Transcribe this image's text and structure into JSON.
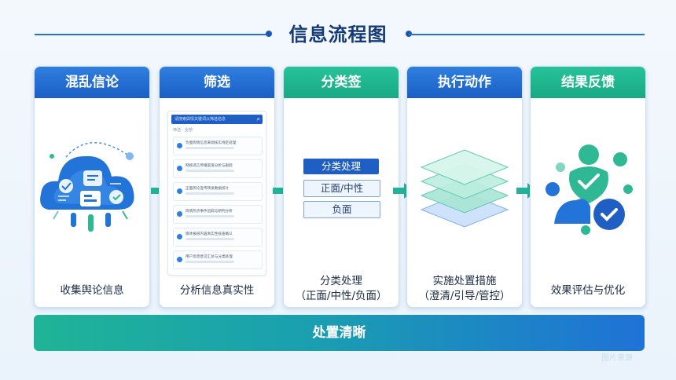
{
  "title": "信息流程图",
  "stages": [
    {
      "head": "混乱信论",
      "caption": "收集舆论信息",
      "sub": ""
    },
    {
      "head": "筛选",
      "caption": "分析信息真实性",
      "sub": ""
    },
    {
      "head": "分类签",
      "caption": "分类处理",
      "sub": "（正面/中性/负面）"
    },
    {
      "head": "执行动作",
      "caption": "实施处置措施",
      "sub": "（澄清/引导/管控）"
    },
    {
      "head": "结果反馈",
      "caption": "效果评估与优化",
      "sub": ""
    }
  ],
  "tags": [
    "分类处理",
    "正面/中性",
    "负面"
  ],
  "doc": {
    "search_text": "请搜索舆情关键词以筛选信息",
    "filter_label": "筛选  ·  全部",
    "items": [
      "负面舆情信息来源核实待定处理",
      "网络谣言传播渠道分析与跟踪",
      "正面舆论宣传转发数据统计",
      "舆情热点事件追踪与研判分析",
      "媒体报道内容真实性核查确认",
      "用户反馈意见汇总与分类处理"
    ]
  },
  "bottom_bar": "处置清晰",
  "watermark": "图片来源",
  "colors": {
    "blue_head": "#1b5fc4",
    "green_head": "#18a985",
    "title": "#143a7a",
    "arrow": "#1fb497"
  },
  "icons": [
    "cloud-chat-icon",
    "document-list-icon",
    "tag-list-icon",
    "layers-stack-icon",
    "people-check-icon"
  ]
}
